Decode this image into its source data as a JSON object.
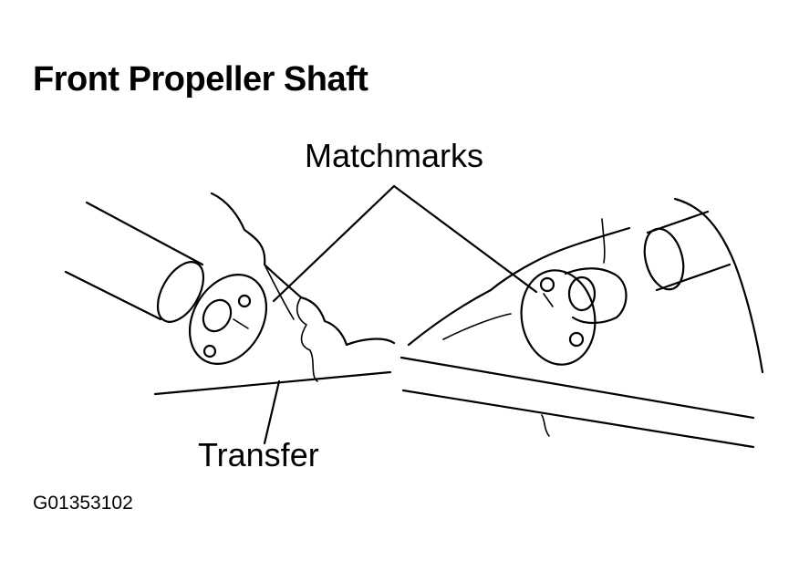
{
  "figure": {
    "title": "Front Propeller Shaft",
    "labels": {
      "matchmarks": "Matchmarks",
      "transfer": "Transfer"
    },
    "figure_code": "G01353102"
  }
}
